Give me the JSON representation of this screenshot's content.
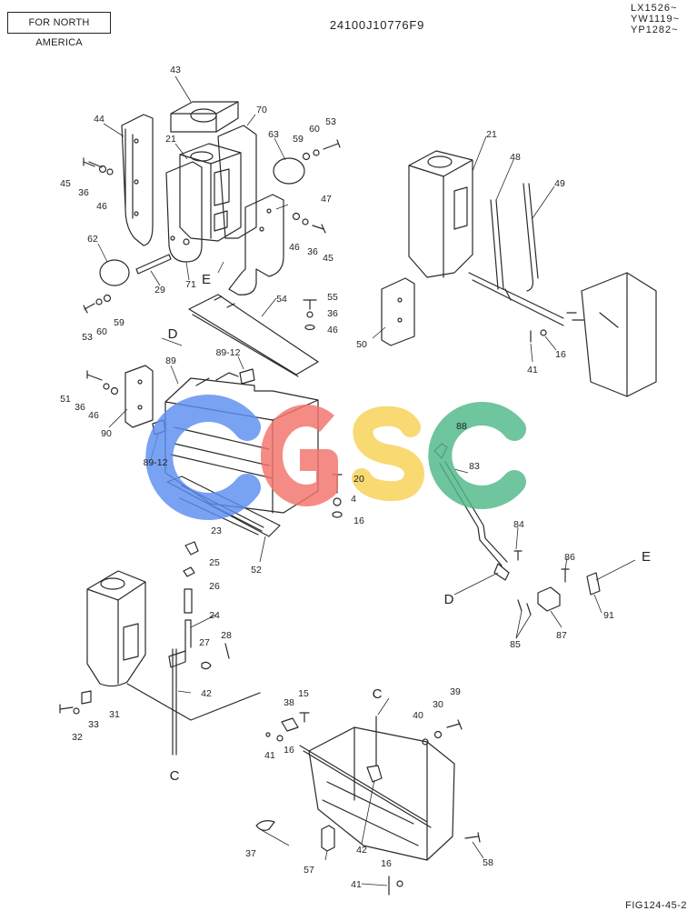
{
  "header": {
    "region_label": "FOR NORTH AMERICA",
    "drawing_number": "24100J10776F9",
    "serial_ranges": [
      "LX1526~",
      "YW1119~",
      "YP1282~"
    ]
  },
  "footer": {
    "figure_id": "FIG124-45-2"
  },
  "watermark": {
    "text": "CGSC",
    "colors": [
      "#5b8ef0",
      "#f2736b",
      "#f7d154",
      "#4fb887"
    ]
  },
  "callouts": [
    {
      "id": "c43",
      "label": "43"
    },
    {
      "id": "c70",
      "label": "70"
    },
    {
      "id": "c44",
      "label": "44"
    },
    {
      "id": "c21a",
      "label": "21"
    },
    {
      "id": "c63",
      "label": "63"
    },
    {
      "id": "c59a",
      "label": "59"
    },
    {
      "id": "c60a",
      "label": "60"
    },
    {
      "id": "c53a",
      "label": "53"
    },
    {
      "id": "c45a",
      "label": "45"
    },
    {
      "id": "c36a",
      "label": "36"
    },
    {
      "id": "c46a",
      "label": "46"
    },
    {
      "id": "c47",
      "label": "47"
    },
    {
      "id": "c46b",
      "label": "46"
    },
    {
      "id": "c36b",
      "label": "36"
    },
    {
      "id": "c45b",
      "label": "45"
    },
    {
      "id": "c62",
      "label": "62"
    },
    {
      "id": "cEa",
      "label": "E"
    },
    {
      "id": "c29",
      "label": "29"
    },
    {
      "id": "c71",
      "label": "71"
    },
    {
      "id": "c54",
      "label": "54"
    },
    {
      "id": "c55",
      "label": "55"
    },
    {
      "id": "c36c",
      "label": "36"
    },
    {
      "id": "c46c",
      "label": "46"
    },
    {
      "id": "c53b",
      "label": "53"
    },
    {
      "id": "c60b",
      "label": "60"
    },
    {
      "id": "c59b",
      "label": "59"
    },
    {
      "id": "cDa",
      "label": "D"
    },
    {
      "id": "c89-12a",
      "label": "89-12"
    },
    {
      "id": "c89",
      "label": "89"
    },
    {
      "id": "c51",
      "label": "51"
    },
    {
      "id": "c36d",
      "label": "36"
    },
    {
      "id": "c46d",
      "label": "46"
    },
    {
      "id": "c90",
      "label": "90"
    },
    {
      "id": "c89-12b",
      "label": "89-12"
    },
    {
      "id": "c20",
      "label": "20"
    },
    {
      "id": "c4",
      "label": "4"
    },
    {
      "id": "c16a",
      "label": "16"
    },
    {
      "id": "c52",
      "label": "52"
    },
    {
      "id": "c21b",
      "label": "21"
    },
    {
      "id": "c48",
      "label": "48"
    },
    {
      "id": "c49",
      "label": "49"
    },
    {
      "id": "c50",
      "label": "50"
    },
    {
      "id": "c41a",
      "label": "41"
    },
    {
      "id": "c16b",
      "label": "16"
    },
    {
      "id": "c88",
      "label": "88"
    },
    {
      "id": "c83",
      "label": "83"
    },
    {
      "id": "c84",
      "label": "84"
    },
    {
      "id": "c86",
      "label": "86"
    },
    {
      "id": "cEb",
      "label": "E"
    },
    {
      "id": "cDb",
      "label": "D"
    },
    {
      "id": "c91",
      "label": "91"
    },
    {
      "id": "c87",
      "label": "87"
    },
    {
      "id": "c85",
      "label": "85"
    },
    {
      "id": "c23",
      "label": "23"
    },
    {
      "id": "c25",
      "label": "25"
    },
    {
      "id": "c26",
      "label": "26"
    },
    {
      "id": "c24",
      "label": "24"
    },
    {
      "id": "c28",
      "label": "28"
    },
    {
      "id": "c27",
      "label": "27"
    },
    {
      "id": "c42a",
      "label": "42"
    },
    {
      "id": "c31",
      "label": "31"
    },
    {
      "id": "c32",
      "label": "32"
    },
    {
      "id": "c33",
      "label": "33"
    },
    {
      "id": "cCa",
      "label": "C"
    },
    {
      "id": "c38",
      "label": "38"
    },
    {
      "id": "c15",
      "label": "15"
    },
    {
      "id": "c41b",
      "label": "41"
    },
    {
      "id": "c16c",
      "label": "16"
    },
    {
      "id": "cCb",
      "label": "C"
    },
    {
      "id": "c40",
      "label": "40"
    },
    {
      "id": "c30",
      "label": "30"
    },
    {
      "id": "c39",
      "label": "39"
    },
    {
      "id": "c37",
      "label": "37"
    },
    {
      "id": "c42b",
      "label": "42"
    },
    {
      "id": "c57",
      "label": "57"
    },
    {
      "id": "c58",
      "label": "58"
    },
    {
      "id": "c16d",
      "label": "16"
    },
    {
      "id": "c41c",
      "label": "41"
    }
  ]
}
